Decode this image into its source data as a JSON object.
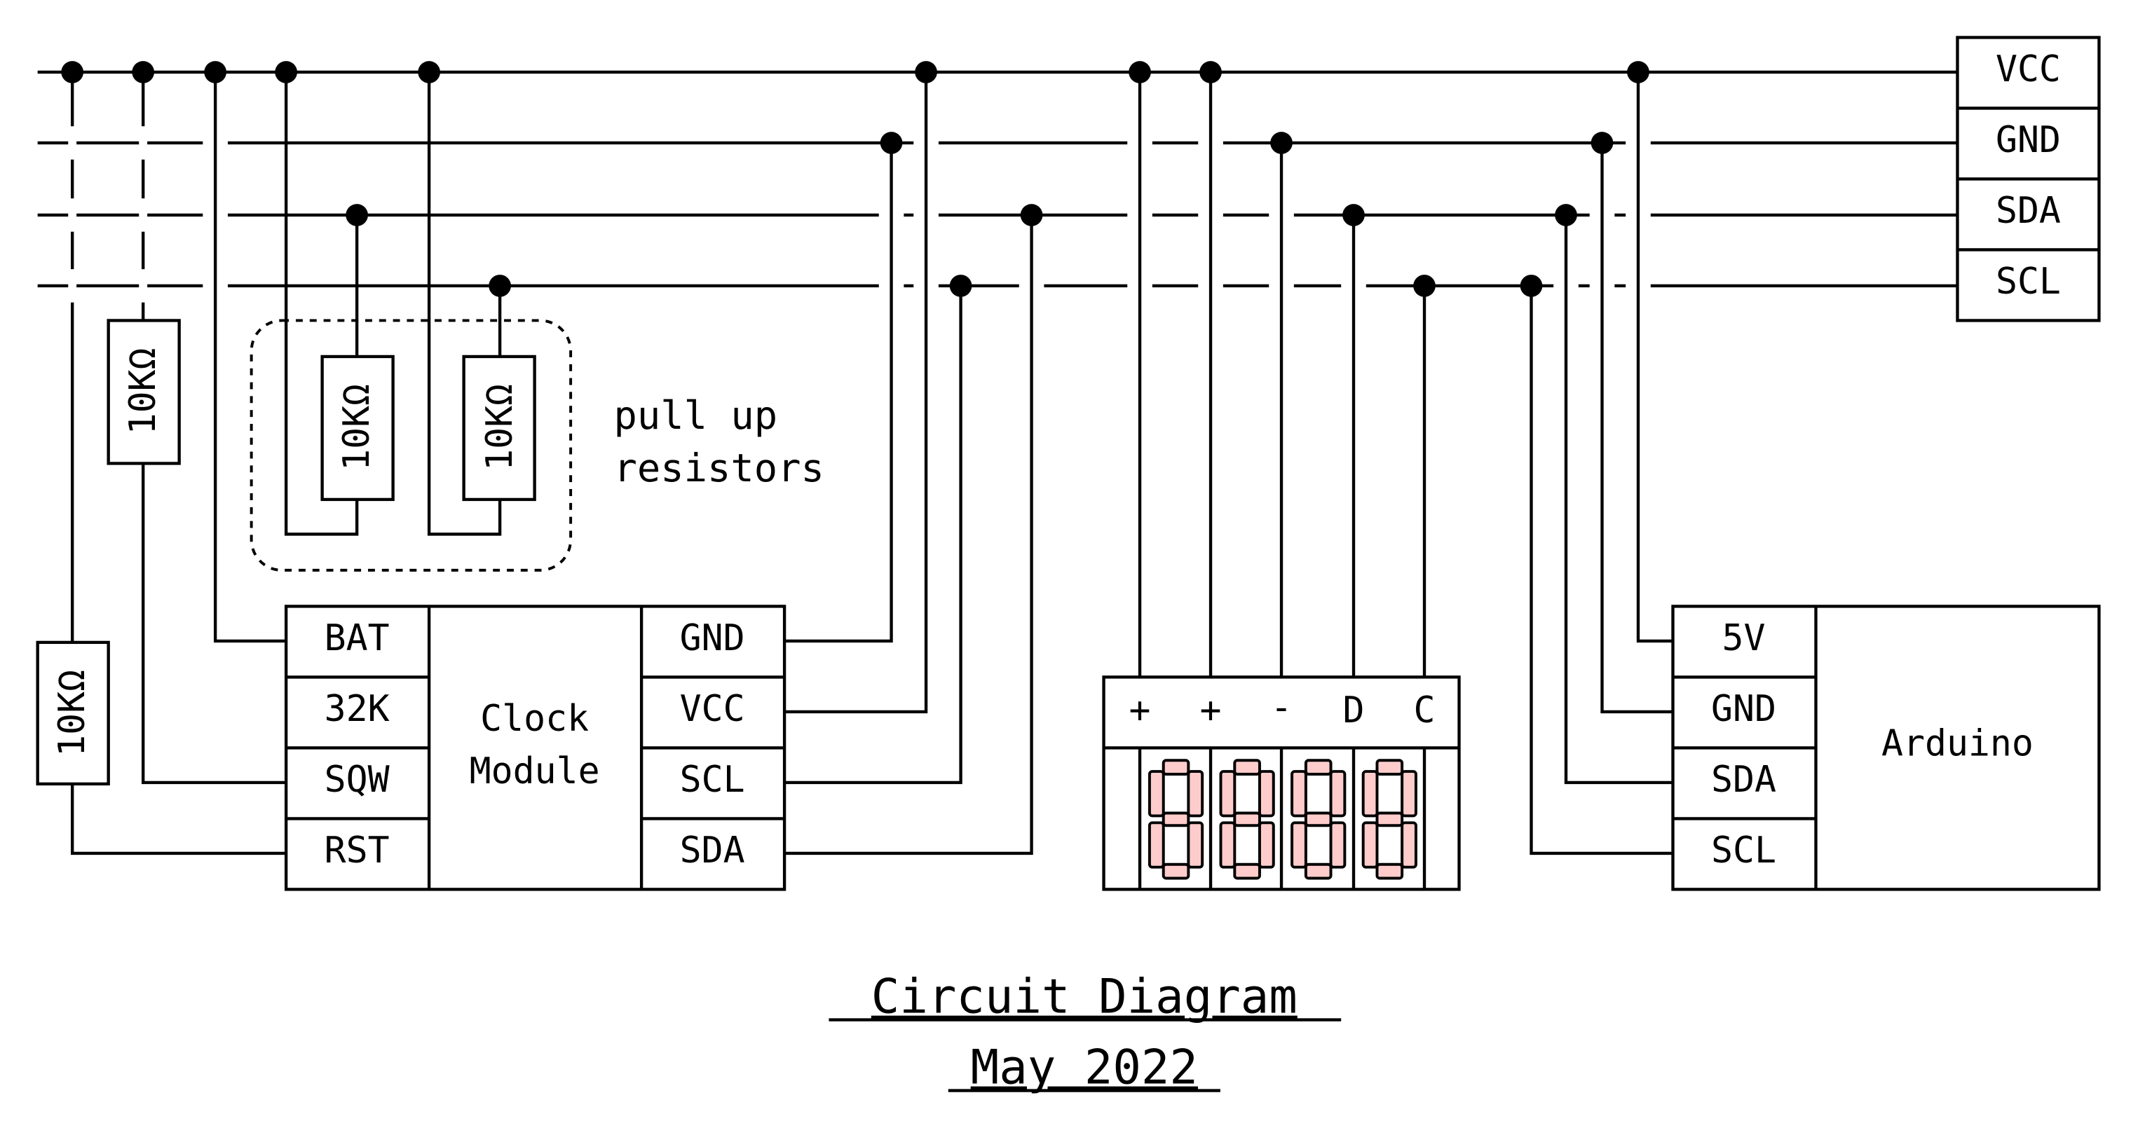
{
  "bus_labels": [
    "VCC",
    "GND",
    "SDA",
    "SCL"
  ],
  "clock_module": {
    "name_line1": "Clock",
    "name_line2": "Module",
    "left_pins": [
      "BAT",
      "32K",
      "SQW",
      "RST"
    ],
    "right_pins": [
      "GND",
      "VCC",
      "SCL",
      "SDA"
    ]
  },
  "resistors": [
    "10KΩ",
    "10KΩ",
    "10KΩ",
    "10KΩ"
  ],
  "pullup_note": {
    "line1": "pull up",
    "line2": "resistors"
  },
  "display": {
    "pins": [
      "+",
      "+",
      "-",
      "D",
      "C"
    ],
    "digits": 4,
    "segment_color": "#ffcccc"
  },
  "arduino": {
    "name": "Arduino",
    "pins": [
      "5V",
      "GND",
      "SDA",
      "SCL"
    ]
  },
  "title": {
    "line1": "Circuit Diagram",
    "line2": "May 2022"
  }
}
